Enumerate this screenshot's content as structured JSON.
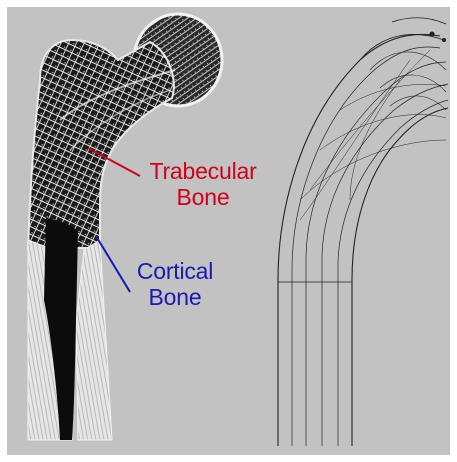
{
  "labels": {
    "trabecular": {
      "line1": "Trabecular",
      "line2": "Bone",
      "color": "#d0021b"
    },
    "cortical": {
      "line1": "Cortical",
      "line2": "Bone",
      "color": "#1a1ab0"
    }
  },
  "panels": {
    "left": {
      "description_icon": "femur-xray-icon"
    },
    "right": {
      "description_icon": "stress-trajectory-diagram-icon"
    }
  },
  "colors": {
    "background": "#c2c2c2",
    "frame": "#ffffff"
  }
}
